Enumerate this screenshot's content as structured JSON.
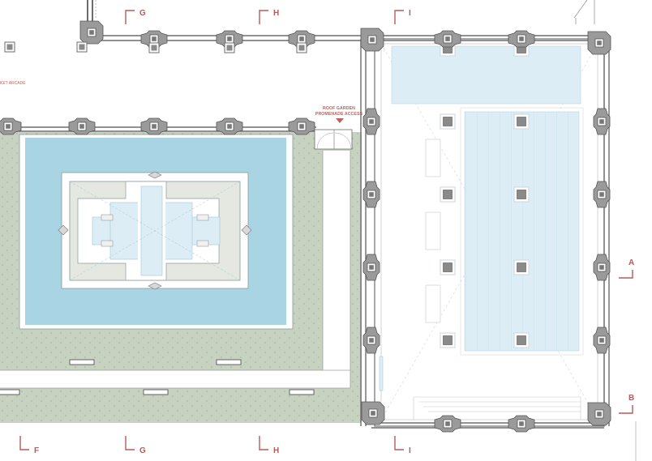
{
  "annotations": {
    "roof_garden_line1": "ROOF GARDEN",
    "roof_garden_line2": "PROMENADE ACCESS",
    "market_arcade": "KET ARCADE"
  },
  "grid_labels": {
    "top": [
      "G",
      "H",
      "I"
    ],
    "bottom": [
      "F",
      "G",
      "H",
      "I"
    ],
    "right": [
      "A",
      "B"
    ]
  },
  "colors": {
    "pool": "#a8d4e4",
    "pool_light": "#dcedf5",
    "lawn": "#c7d3c0",
    "paving": "#e4e8e0",
    "wall": "#6d6d6d",
    "column": "#8a8a8a",
    "annotation": "#c0605a",
    "grid_marker": "#b85a55"
  }
}
